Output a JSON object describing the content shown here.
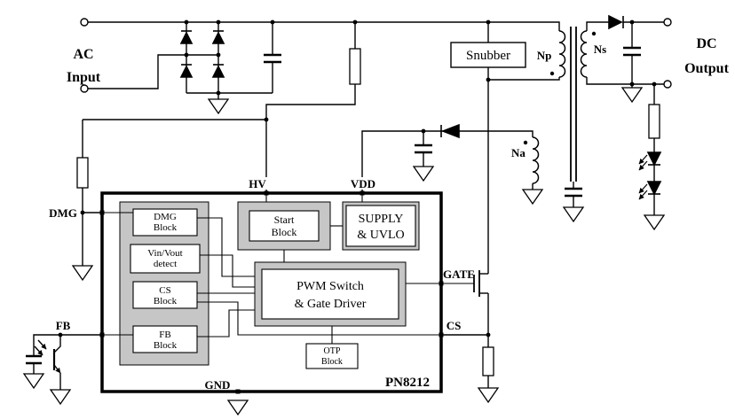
{
  "schematic": {
    "ac_input": {
      "line1": "AC",
      "line2": "Input"
    },
    "dc_output": {
      "line1": "DC",
      "line2": "Output"
    },
    "snubber_label": "Snubber",
    "windings": {
      "np": "Np",
      "ns": "Ns",
      "na": "Na"
    },
    "ic": {
      "part_number": "PN8212",
      "pins": {
        "hv": "HV",
        "vdd": "VDD",
        "dmg": "DMG",
        "fb": "FB",
        "gnd": "GND",
        "gate": "GATE",
        "cs": "CS"
      },
      "blocks": {
        "dmg": {
          "line1": "DMG",
          "line2": "Block"
        },
        "vin_vout": {
          "line1": "Vin/Vout",
          "line2": "detect"
        },
        "cs": {
          "line1": "CS",
          "line2": "Block"
        },
        "fb": {
          "line1": "FB",
          "line2": "Block"
        },
        "start": {
          "line1": "Start",
          "line2": "Block"
        },
        "supply_uvlo": {
          "line1": "SUPPLY",
          "line2": "& UVLO"
        },
        "pwm": {
          "line1": "PWM Switch",
          "line2": "&  Gate Driver"
        },
        "otp": {
          "line1": "OTP",
          "line2": "Block"
        }
      }
    },
    "colors": {
      "wire": "#000000",
      "shade": "#c6c6c6",
      "background": "#ffffff"
    }
  }
}
